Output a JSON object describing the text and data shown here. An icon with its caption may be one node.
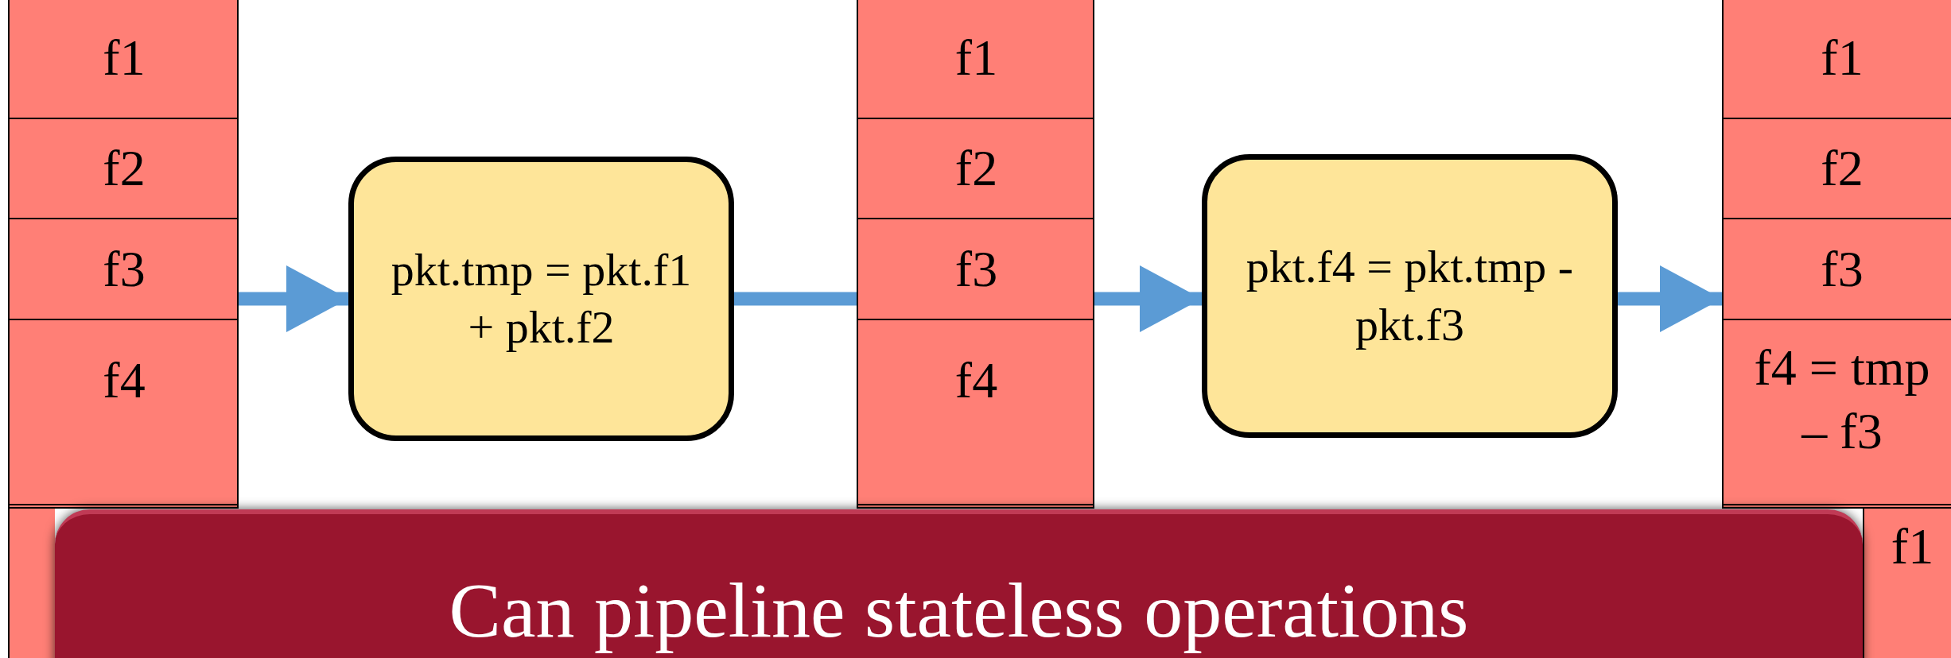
{
  "diagram": {
    "nodes": [
      {
        "text": [],
        "shape": "box"
      },
      {
        "text": [
          "f1"
        ],
        "in": 0
      },
      {
        "text": [
          "f2"
        ],
        "in": 0
      },
      {
        "text": [
          "f3"
        ],
        "in": 0
      },
      {
        "text": [
          "f4"
        ],
        "in": 0
      },
      {
        "text": [
          "pkt.tmp = pkt.f1 + pkt.f2"
        ]
      },
      {
        "text": [],
        "shape": "box"
      },
      {
        "text": [
          "f1"
        ],
        "in": 6
      },
      {
        "text": [
          "f2"
        ],
        "in": 6
      },
      {
        "text": [
          "f3"
        ],
        "in": 6
      },
      {
        "text": [
          "f4"
        ],
        "in": 6
      },
      {
        "text": [
          "pkt.f4 = pkt.tmp - pkt.f3"
        ]
      },
      {
        "text": [],
        "shape": "box"
      },
      {
        "text": [
          "f1"
        ],
        "in": 12
      },
      {
        "text": [
          "f2"
        ],
        "in": 12
      },
      {
        "text": [
          "f3"
        ],
        "in": 12
      },
      {
        "text": [
          "f4 = tmp – f3"
        ],
        "in": 12
      },
      {
        "text": [
          "f1"
        ]
      },
      {
        "text": [
          "Can pipeline stateless operations"
        ]
      }
    ],
    "edges": [
      {
        "from": 0,
        "to": 5,
        "arrow": "to"
      },
      {
        "from": 5,
        "to": 6,
        "arrow": "none"
      },
      {
        "from": 6,
        "to": 11,
        "arrow": "to"
      },
      {
        "from": 11,
        "to": 12,
        "arrow": "to"
      }
    ]
  }
}
